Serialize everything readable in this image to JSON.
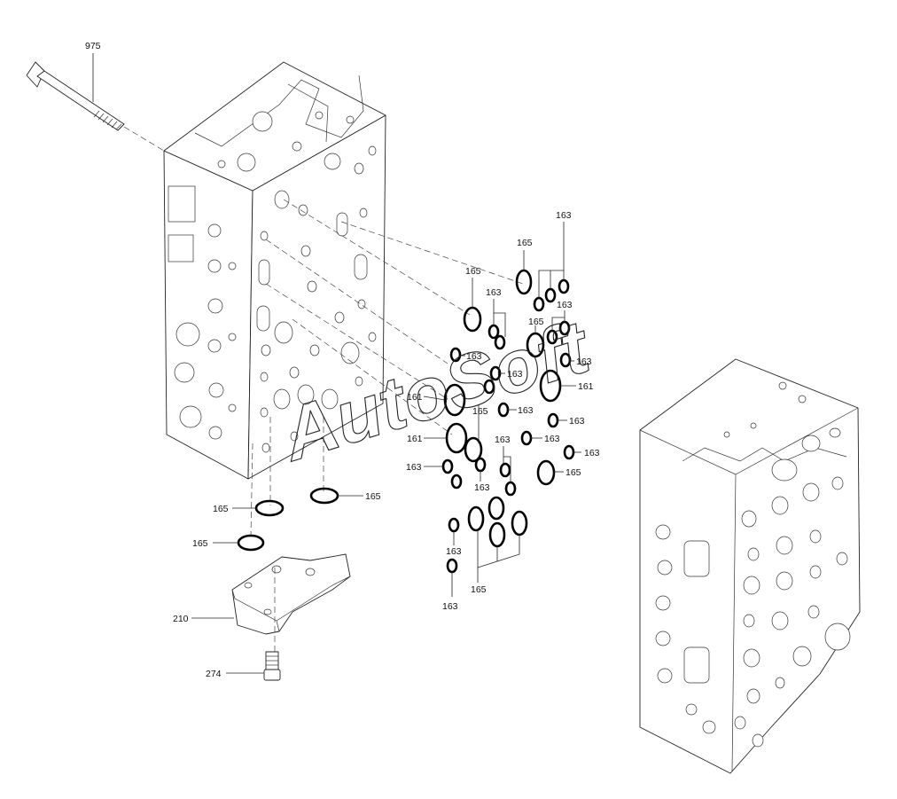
{
  "watermark": "AutoSoft",
  "callouts": {
    "bolt": "975",
    "cover": "210",
    "screw": "274",
    "oring_161": "161",
    "oring_163": "163",
    "oring_165": "165"
  }
}
